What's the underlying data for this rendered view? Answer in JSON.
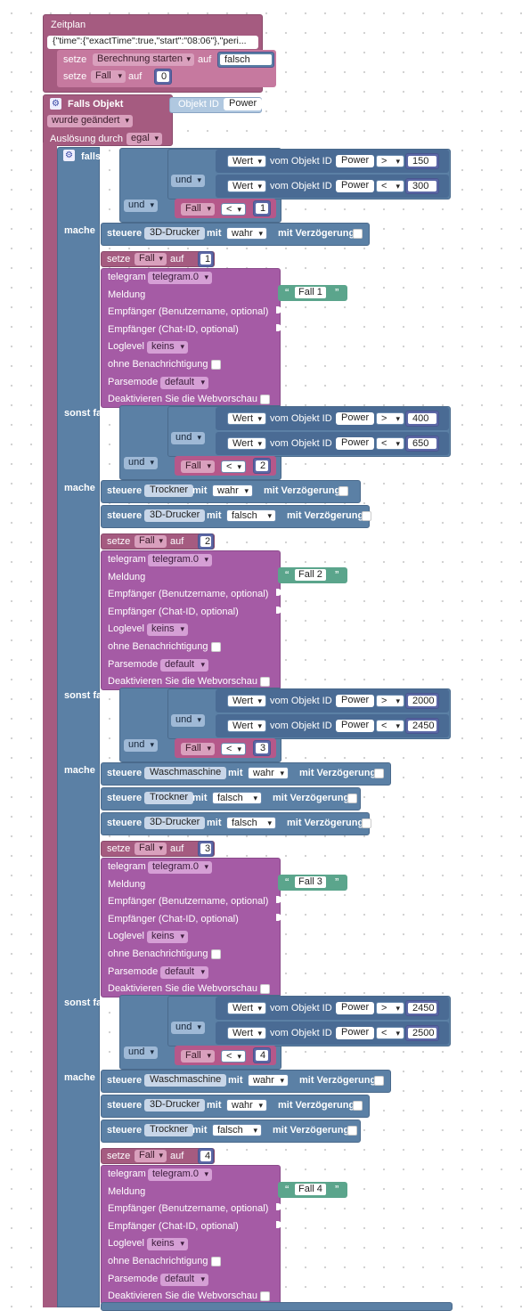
{
  "zeitplan": {
    "title": "Zeitplan",
    "config": "{\"time\":{\"exactTime\":true,\"start\":\"08:06\"},\"peri...",
    "setze": "setze",
    "auf": "auf",
    "berechnung": "Berechnung starten",
    "falsch": "falsch",
    "fall": "Fall",
    "zero": "0"
  },
  "trigger": {
    "title": "Falls Objekt",
    "objekt_id": "Objekt ID",
    "power": "Power",
    "wurde": "wurde geändert",
    "ausloesung": "Auslösung durch",
    "egal": "egal"
  },
  "labels": {
    "falls": "falls",
    "sonst_falls": "sonst falls",
    "mache": "mache",
    "und": "und",
    "wert": "Wert",
    "vom_objekt": "vom Objekt ID",
    "power": "Power",
    "gt": ">",
    "lt": "<",
    "fall": "Fall",
    "steuere": "steuere",
    "mit": "mit",
    "mit_verz": "mit Verzögerung",
    "setze": "setze",
    "auf": "auf",
    "telegram": "telegram",
    "telegram_inst": "telegram.0",
    "meldung": "Meldung",
    "empf_user": "Empfänger (Benutzername, optional)",
    "empf_chat": "Empfänger (Chat-ID, optional)",
    "loglevel": "Loglevel",
    "keins": "keins",
    "ohne": "ohne Benachrichtigung",
    "parsemode": "Parsemode",
    "default": "default",
    "deakt": "Deaktivieren Sie die Webvorschau",
    "wahr": "wahr",
    "falsch": "falsch"
  },
  "cases": [
    {
      "low": "150",
      "high": "300",
      "n": "1",
      "msg": "Fall 1",
      "devices": [
        {
          "name": "3D-Drucker",
          "val": "wahr"
        }
      ]
    },
    {
      "low": "400",
      "high": "650",
      "n": "2",
      "msg": "Fall 2",
      "devices": [
        {
          "name": "Trockner",
          "val": "wahr"
        },
        {
          "name": "3D-Drucker",
          "val": "falsch"
        }
      ]
    },
    {
      "low": "2000",
      "high": "2450",
      "n": "3",
      "msg": "Fall 3",
      "devices": [
        {
          "name": "Waschmaschine",
          "val": "wahr"
        },
        {
          "name": "Trockner",
          "val": "falsch"
        },
        {
          "name": "3D-Drucker",
          "val": "falsch"
        }
      ]
    },
    {
      "low": "2450",
      "high": "2500",
      "n": "4",
      "msg": "Fall 4",
      "devices": [
        {
          "name": "Waschmaschine",
          "val": "wahr"
        },
        {
          "name": "3D-Drucker",
          "val": "wahr"
        },
        {
          "name": "Trockner",
          "val": "falsch"
        }
      ]
    }
  ]
}
